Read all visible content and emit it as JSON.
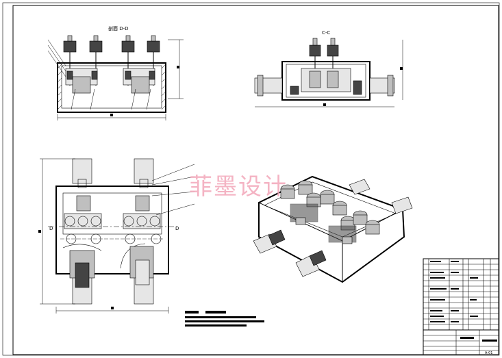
{
  "watermark": "菲墨设计",
  "views": {
    "front_section_label": "剖面 D-D",
    "side_section_label": "C-C",
    "cut_mark_left": "D",
    "cut_mark_right": "D"
  },
  "notes": {
    "tech_req_title": "技术要求",
    "lines": [
      "",
      "",
      ""
    ]
  },
  "title_block": {
    "drawing_no": "A-01",
    "sheet_title": ""
  }
}
